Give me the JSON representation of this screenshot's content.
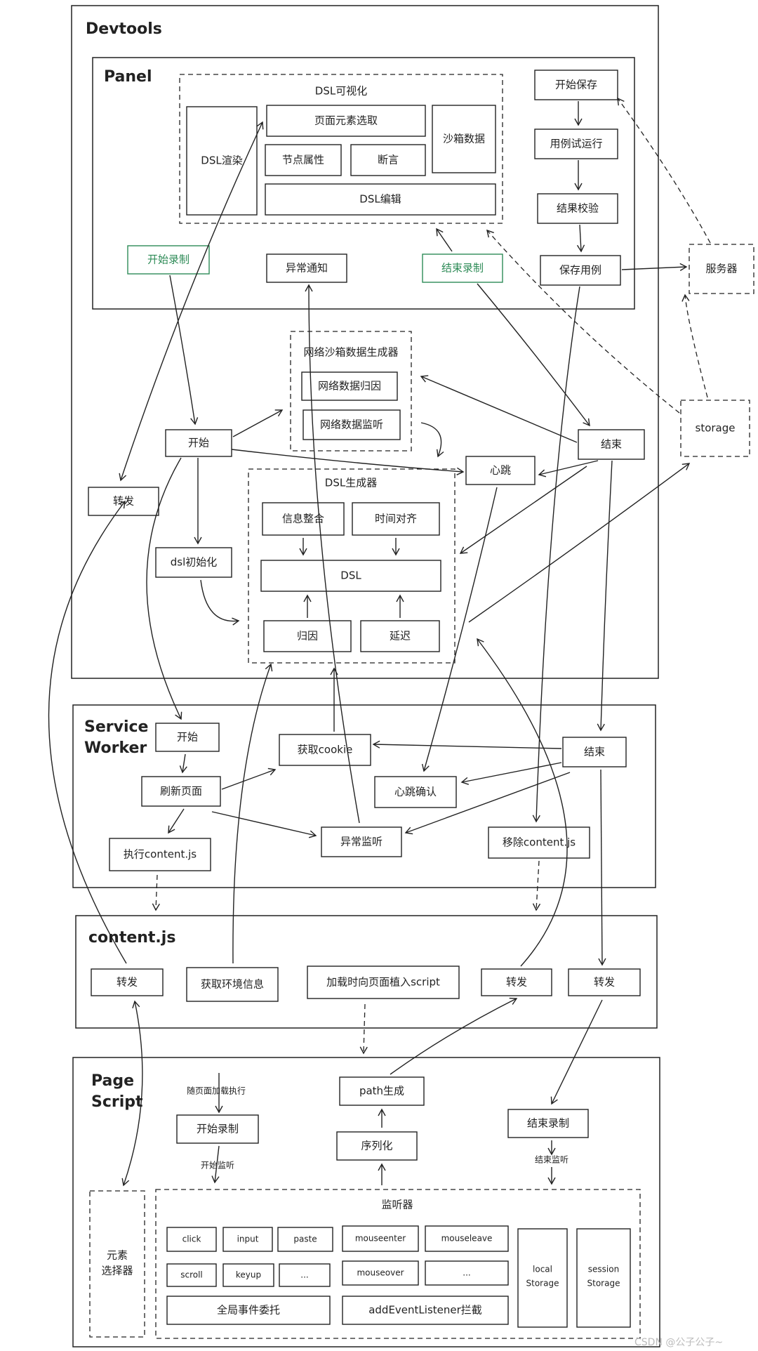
{
  "sections": {
    "devtools": "Devtools",
    "panel": "Panel",
    "service_worker_1": "Service",
    "service_worker_2": "Worker",
    "content_js": "content.js",
    "page_script_1": "Page",
    "page_script_2": "Script"
  },
  "panel": {
    "dsl_visual": "DSL可视化",
    "dsl_render": "DSL渲染",
    "element_select": "页面元素选取",
    "sandbox_data": "沙箱数据",
    "node_attr": "节点属性",
    "assertion": "断言",
    "dsl_edit": "DSL编辑",
    "start_save": "开始保存",
    "case_trial": "用例试运行",
    "result_verify": "结果校验",
    "save_case": "保存用例",
    "start_record": "开始录制",
    "error_notify": "异常通知",
    "end_record": "结束录制"
  },
  "external": {
    "server": "服务器",
    "storage": "storage"
  },
  "devtools": {
    "net_sandbox_gen": "网络沙箱数据生成器",
    "net_attr": "网络数据归因",
    "net_listen": "网络数据监听",
    "start": "开始",
    "end": "结束",
    "heartbeat": "心跳",
    "forward": "转发",
    "dsl_init": "dsl初始化",
    "dsl_gen": "DSL生成器",
    "info_merge": "信息整合",
    "time_align": "时间对齐",
    "dsl": "DSL",
    "attribution": "归因",
    "delay": "延迟"
  },
  "service_worker": {
    "start": "开始",
    "refresh": "刷新页面",
    "get_cookie": "获取cookie",
    "end": "结束",
    "heartbeat_confirm": "心跳确认",
    "exec_content": "执行content.js",
    "error_monitor": "异常监听",
    "remove_content": "移除content.js"
  },
  "content": {
    "forward1": "转发",
    "get_env": "获取环境信息",
    "inject_script": "加载时向页面植入script",
    "forward2": "转发",
    "forward3": "转发"
  },
  "page": {
    "with_page_load": "随页面加载执行",
    "start_record": "开始录制",
    "start_listen": "开始监听",
    "path_gen": "path生成",
    "serialize": "序列化",
    "end_record": "结束录制",
    "end_listen": "结束监听",
    "element_selector_1": "元素",
    "element_selector_2": "选择器",
    "listener": "监听器",
    "click": "click",
    "input": "input",
    "paste": "paste",
    "mouseenter": "mouseenter",
    "mouseleave": "mouseleave",
    "scroll": "scroll",
    "keyup": "keyup",
    "ellipsis1": "...",
    "mouseover": "mouseover",
    "ellipsis2": "...",
    "local_storage_1": "local",
    "local_storage_2": "Storage",
    "session_storage_1": "session",
    "session_storage_2": "Storage",
    "global_delegate": "全局事件委托",
    "ael_intercept": "addEventListener拦截"
  },
  "footer": "CSDN @公子公子~"
}
